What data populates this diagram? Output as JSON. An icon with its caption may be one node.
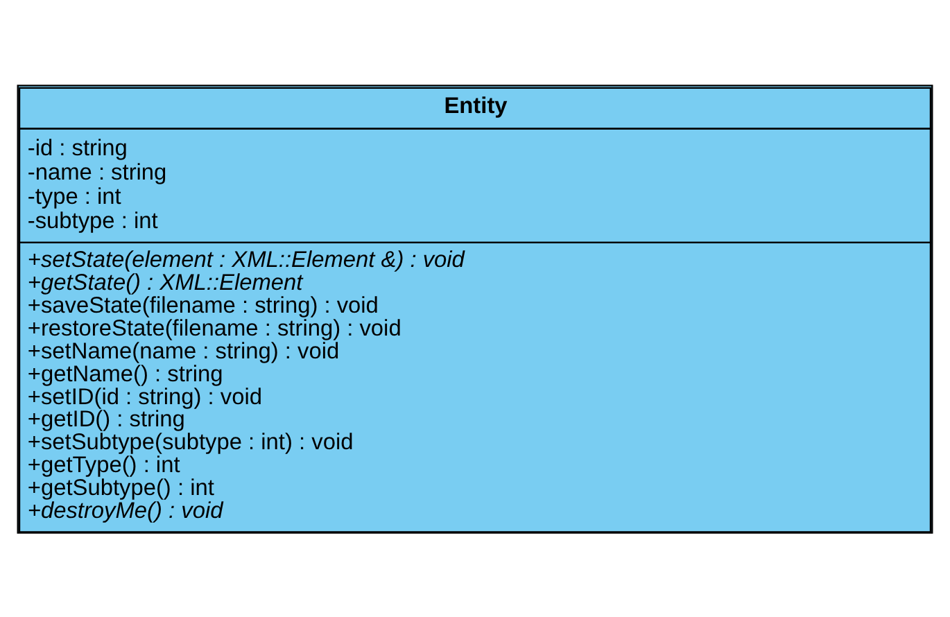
{
  "diagram": {
    "nodes": [
      {
        "text": [
          "Entity",
          "-id : string",
          "-name : string",
          "-type : int",
          "-subtype : int",
          "+setState(element : XML::Element &) : void",
          "+getState() : XML::Element",
          "+saveState(filename : string) : void",
          "+restoreState(filename : string) : void",
          "+setName(name : string) : void",
          "+getName() : string",
          "+setID(id : string) : void",
          "+getID() : string",
          "+setSubtype(subtype : int) : void",
          "+getType() : int",
          "+getSubtype() : int",
          "+destroyMe() : void"
        ]
      }
    ]
  }
}
